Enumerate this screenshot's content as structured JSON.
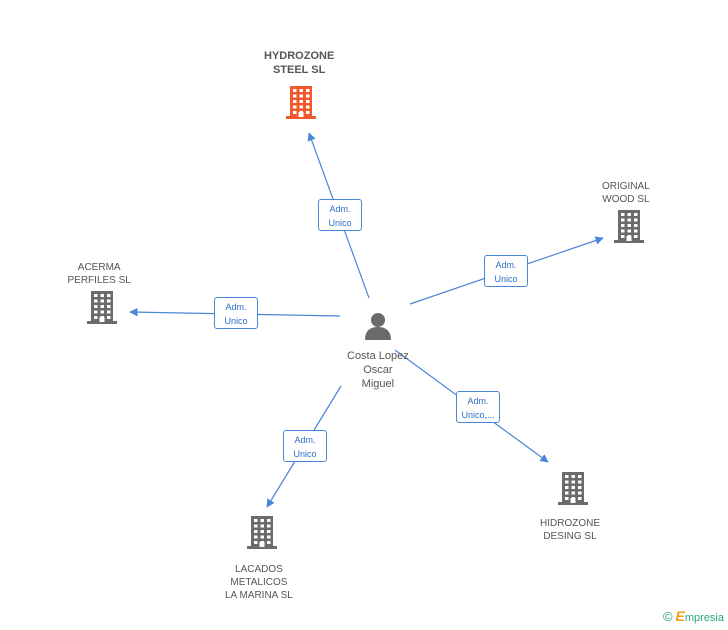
{
  "colors": {
    "edge": "#4a86d8",
    "highlight_building": "#f05a2a",
    "building": "#6b6b6b",
    "person": "#6b6b6b"
  },
  "center": {
    "name": [
      "Costa Lopez",
      "Oscar",
      "Miguel"
    ],
    "icon": "person-icon"
  },
  "companies": [
    {
      "id": "hydrozone-steel",
      "name": [
        "HYDROZONE",
        "STEEL SL"
      ],
      "highlight": true,
      "icon": "building-icon"
    },
    {
      "id": "original-wood",
      "name": [
        "ORIGINAL",
        "WOOD SL"
      ],
      "highlight": false,
      "icon": "building-icon"
    },
    {
      "id": "acerma-perfiles",
      "name": [
        "ACERMA",
        "PERFILES SL"
      ],
      "highlight": false,
      "icon": "building-icon"
    },
    {
      "id": "hidrozone-desing",
      "name": [
        "HIDROZONE",
        "DESING SL"
      ],
      "highlight": false,
      "icon": "building-icon"
    },
    {
      "id": "lacados-metalicos",
      "name": [
        "LACADOS",
        "METALICOS",
        "LA MARINA SL"
      ],
      "highlight": false,
      "icon": "building-icon"
    }
  ],
  "relations": [
    {
      "to": "hydrozone-steel",
      "label": [
        "Adm.",
        "Unico"
      ]
    },
    {
      "to": "original-wood",
      "label": [
        "Adm.",
        "Unico"
      ]
    },
    {
      "to": "acerma-perfiles",
      "label": [
        "Adm.",
        "Unico"
      ]
    },
    {
      "to": "hidrozone-desing",
      "label": [
        "Adm.",
        "Unico,..."
      ]
    },
    {
      "to": "lacados-metalicos",
      "label": [
        "Adm.",
        "Unico"
      ]
    }
  ],
  "brand": {
    "copyright": "©",
    "initial": "E",
    "rest": "mpresia"
  }
}
